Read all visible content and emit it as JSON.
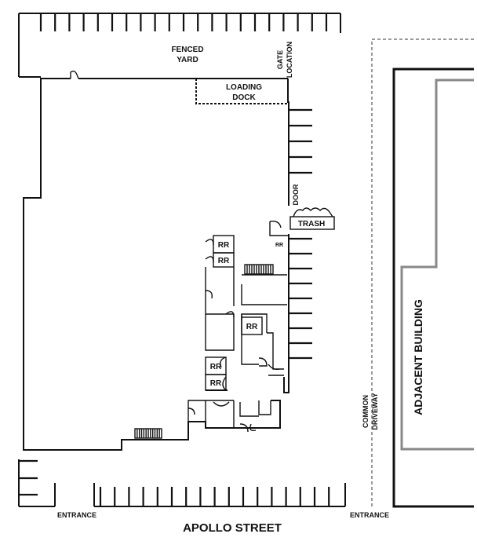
{
  "labels": {
    "fenced_yard_line1": "FENCED",
    "fenced_yard_line2": "YARD",
    "gate_line1": "GATE",
    "gate_line2": "LOCATION",
    "loading_dock_line1": "LOADING",
    "loading_dock_line2": "DOCK",
    "door": "DOOR",
    "trash": "TRASH",
    "restroom": "RR",
    "common_driveway_line1": "COMMON",
    "common_driveway_line2": "DRIVEWAY",
    "adjacent_building": "ADJACENT BUILDING",
    "entrance": "ENTRANCE",
    "street": "APOLLO STREET"
  },
  "colors": {
    "line": "#111111",
    "adjacent_outline": "#888888",
    "driveway_dash": "#999999"
  }
}
